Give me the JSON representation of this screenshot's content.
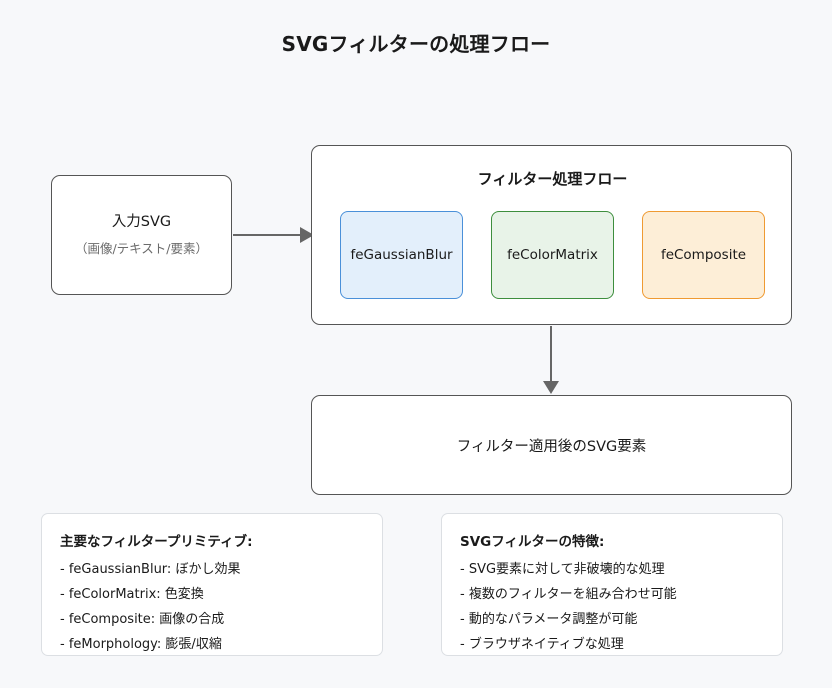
{
  "page": {
    "title": "SVGフィルターの処理フロー",
    "background_color": "#f7f8fa"
  },
  "diagram": {
    "input_node": {
      "title": "入力SVG",
      "subtitle": "（画像/テキスト/要素）"
    },
    "filter_container": {
      "title": "フィルター処理フロー",
      "primitives": [
        {
          "label": "feGaussianBlur",
          "fill_color": "#e3effb",
          "border_color": "#4a90d9"
        },
        {
          "label": "feColorMatrix",
          "fill_color": "#e8f3e8",
          "border_color": "#3d8e3d"
        },
        {
          "label": "feComposite",
          "fill_color": "#fdeed7",
          "border_color": "#ef9a32"
        }
      ]
    },
    "output_node": {
      "label": "フィルター適用後のSVG要素"
    },
    "connectors": [
      {
        "name": "input-to-filter",
        "direction": "right",
        "color": "#666666"
      },
      {
        "name": "filter-to-output",
        "direction": "down",
        "color": "#666666"
      }
    ]
  },
  "legend_left": {
    "heading": "主要なフィルタープリミティブ:",
    "items": [
      "- feGaussianBlur: ぼかし効果",
      "- feColorMatrix: 色変換",
      "- feComposite: 画像の合成",
      "- feMorphology: 膨張/収縮"
    ]
  },
  "legend_right": {
    "heading": "SVGフィルターの特徴:",
    "items": [
      "- SVG要素に対して非破壊的な処理",
      "- 複数のフィルターを組み合わせ可能",
      "- 動的なパラメータ調整が可能",
      "- ブラウザネイティブな処理"
    ]
  }
}
